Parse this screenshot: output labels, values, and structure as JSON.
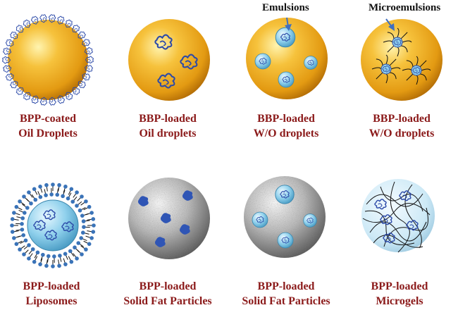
{
  "headers": {
    "emulsions": "Emulsions",
    "microemulsions": "Microemulsions"
  },
  "row1": [
    {
      "line1": "BPP-coated",
      "line2": "Oil Droplets"
    },
    {
      "line1": "BBP-loaded",
      "line2": "Oil droplets"
    },
    {
      "line1": "BBP-loaded",
      "line2": "W/O droplets"
    },
    {
      "line1": "BBP-loaded",
      "line2": "W/O droplets"
    }
  ],
  "row2": [
    {
      "line1": "BPP-loaded",
      "line2": "Liposomes"
    },
    {
      "line1": "BPP-loaded",
      "line2": "Solid Fat Particles"
    },
    {
      "line1": "BPP-loaded",
      "line2": "Solid Fat Particles"
    },
    {
      "line1": "BPP-loaded",
      "line2": "Microgels"
    }
  ],
  "colors": {
    "caption": "#8b1a1a",
    "oil": "#f2b632",
    "water": "#8fd0ec",
    "protein": "#2c4aa8",
    "fat": "#9a9a9a"
  }
}
